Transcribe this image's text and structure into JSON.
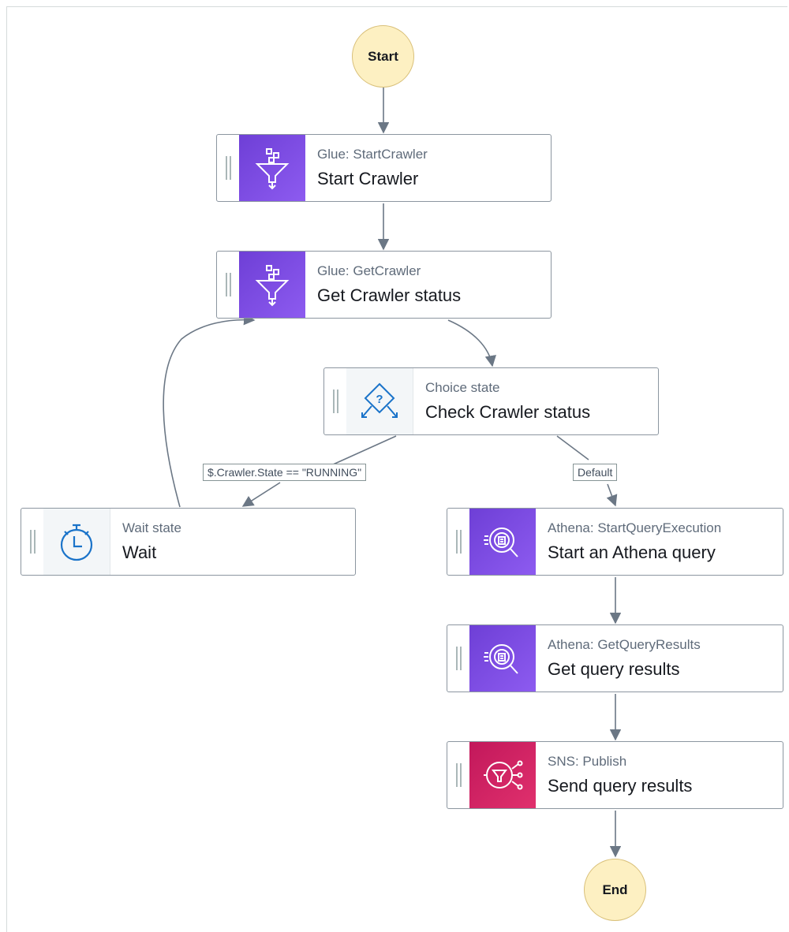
{
  "nodes": {
    "start": {
      "label": "Start"
    },
    "end": {
      "label": "End"
    },
    "start_crawler": {
      "service": "Glue: StartCrawler",
      "label": "Start Crawler",
      "icon": "glue-crawler-icon"
    },
    "get_crawler": {
      "service": "Glue: GetCrawler",
      "label": "Get Crawler status",
      "icon": "glue-crawler-icon"
    },
    "choice": {
      "service": "Choice state",
      "label": "Check Crawler status",
      "icon": "choice-diamond-icon"
    },
    "wait": {
      "service": "Wait state",
      "label": "Wait",
      "icon": "stopwatch-icon"
    },
    "start_query": {
      "service": "Athena: StartQueryExecution",
      "label": "Start an Athena query",
      "icon": "athena-query-icon"
    },
    "get_results": {
      "service": "Athena: GetQueryResults",
      "label": "Get query results",
      "icon": "athena-query-icon"
    },
    "publish": {
      "service": "SNS: Publish",
      "label": "Send query results",
      "icon": "sns-publish-icon"
    }
  },
  "edge_labels": {
    "running": "$.Crawler.State == \"RUNNING\"",
    "default": "Default"
  },
  "colors": {
    "glue": "#7b4ae2",
    "athena": "#7b4ae2",
    "sns": "#d42a66",
    "terminal_fill": "#fdf0c2",
    "edge": "#6b7785"
  }
}
